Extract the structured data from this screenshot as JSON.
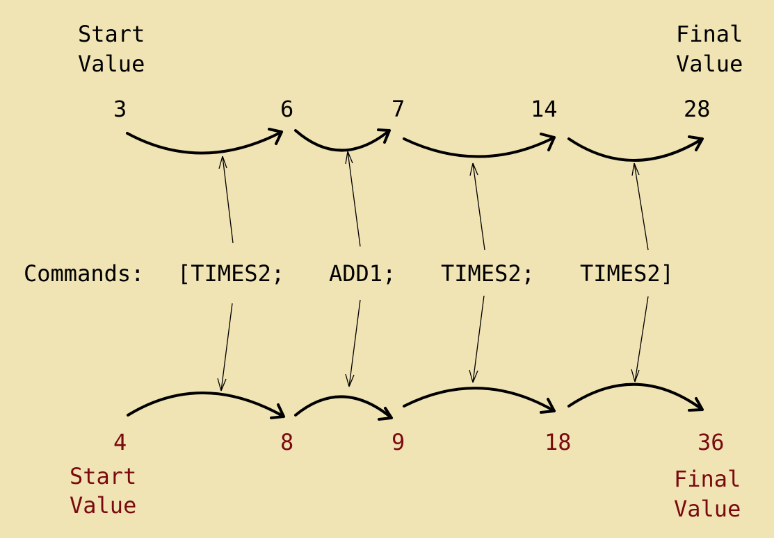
{
  "colors": {
    "background": "#F0E3B4",
    "top_text": "#000000",
    "bottom_text": "#7A0A10"
  },
  "top": {
    "start_label": [
      "Start",
      "Value"
    ],
    "final_label": [
      "Final",
      "Value"
    ],
    "values": [
      "3",
      "6",
      "7",
      "14",
      "28"
    ]
  },
  "commands": {
    "prefix": "Commands:",
    "items": [
      "[TIMES2;",
      "ADD1;",
      "TIMES2;",
      "TIMES2]"
    ]
  },
  "bottom": {
    "values": [
      "4",
      "8",
      "9",
      "18",
      "36"
    ],
    "start_label": [
      "Start",
      "Value"
    ],
    "final_label": [
      "Final",
      "Value"
    ]
  }
}
